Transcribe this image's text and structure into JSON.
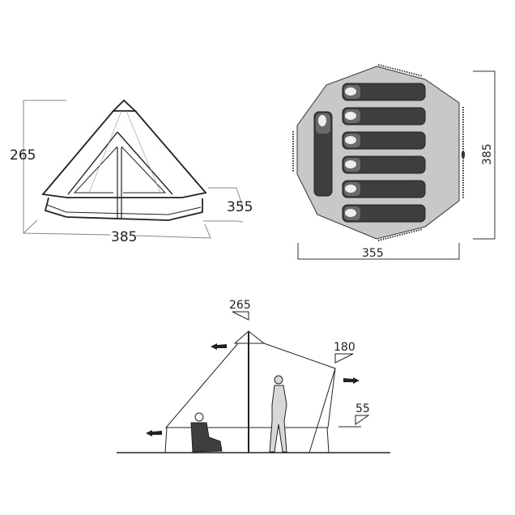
{
  "front_view": {
    "height_label": "265",
    "depth_label": "355",
    "width_label": "385"
  },
  "floor_plan": {
    "width_label": "355",
    "length_label": "385",
    "sleeping_bag_count": 7
  },
  "side_view": {
    "peak_height_label": "265",
    "wall_height_label": "180",
    "sidewall_label": "55"
  },
  "colors": {
    "line": "#222222",
    "floor": "#c8c8c8",
    "bag": "#3e3e3e",
    "bag_hood": "#6a6a6a",
    "person_standing": "#d8d8d8"
  }
}
